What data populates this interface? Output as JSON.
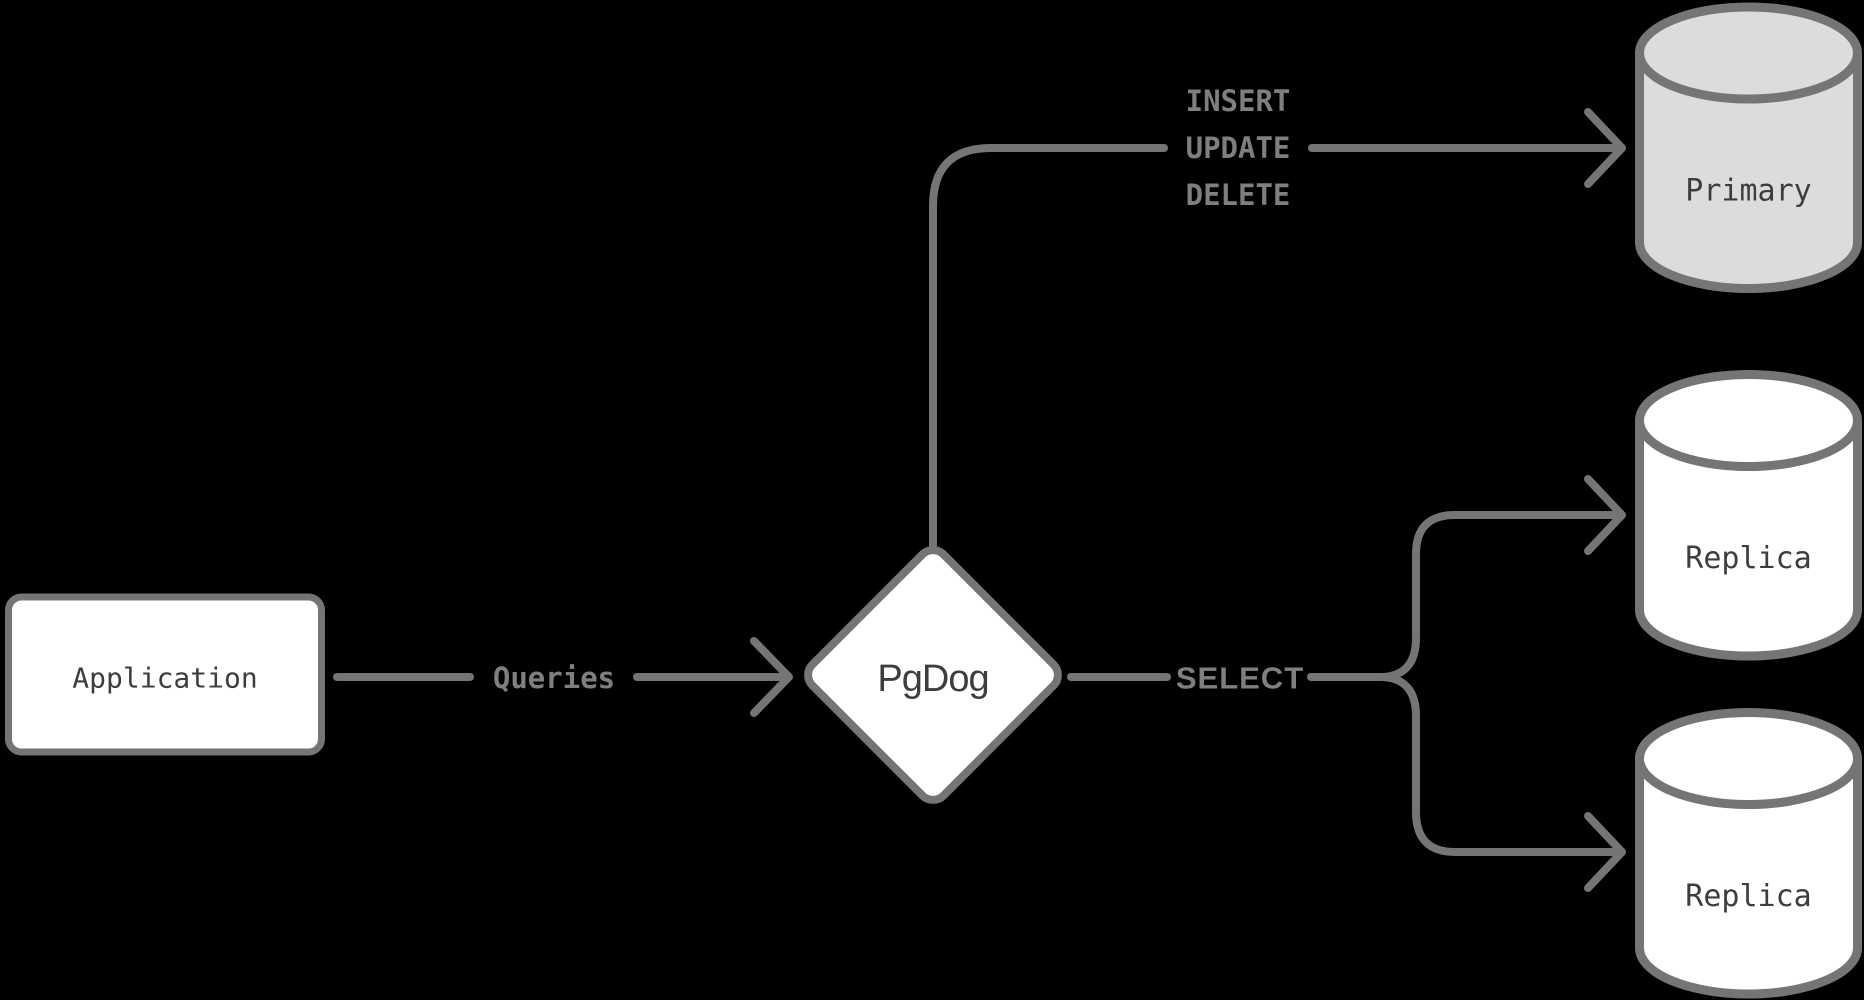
{
  "diagram": {
    "nodes": {
      "application": {
        "label": "Application",
        "shape": "rounded-rectangle"
      },
      "pgdog": {
        "label": "PgDog",
        "shape": "diamond"
      },
      "primary": {
        "label": "Primary",
        "shape": "database-cylinder"
      },
      "replica_top": {
        "label": "Replica",
        "shape": "database-cylinder"
      },
      "replica_bottom": {
        "label": "Replica",
        "shape": "database-cylinder"
      }
    },
    "edges": {
      "queries": {
        "from": "application",
        "to": "pgdog",
        "label": "Queries"
      },
      "writes": {
        "from": "pgdog",
        "to": "primary",
        "labels": [
          "INSERT",
          "UPDATE",
          "DELETE"
        ]
      },
      "select": {
        "from": "pgdog",
        "to": [
          "replica_top",
          "replica_bottom"
        ],
        "label": "SELECT"
      }
    }
  },
  "colors": {
    "background": "#000000",
    "line": "#757575",
    "edge_label": "#7f7f7f",
    "node_text": "#3d3d3d",
    "node_fill": "#ffffff",
    "primary_fill": "#dcdcdc"
  }
}
